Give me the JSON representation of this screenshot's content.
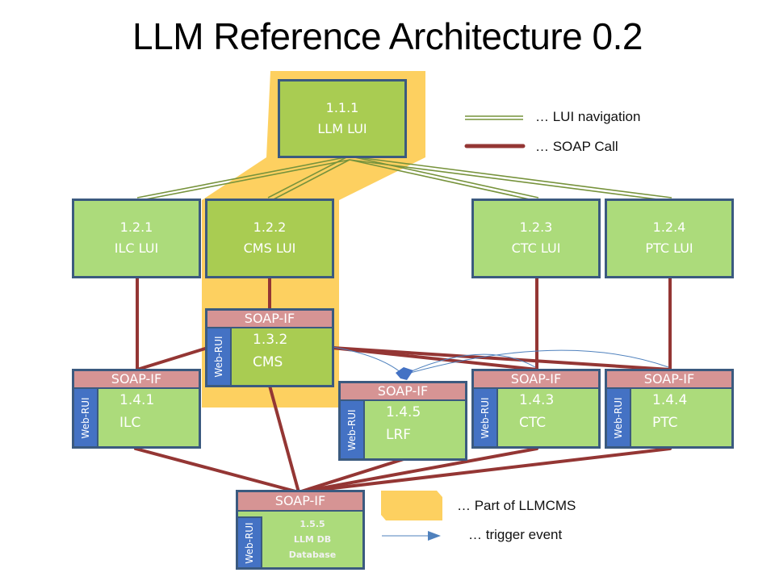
{
  "title": "LLM Reference Architecture 0.2",
  "colors": {
    "lui_fill": "#acdb7b",
    "lui_fill_cms": "#a9cc52",
    "border": "#3b5a7f",
    "soap_if": "#d69494",
    "web_rui": "#4472c4",
    "llmcms_highlight": "#fdd060",
    "soap_call": "#943634",
    "lui_navigation": "#77933c",
    "trigger_event": "#4f81bd"
  },
  "nodes": {
    "n111": {
      "id": "1.1.1",
      "name": "LLM LUI"
    },
    "n121": {
      "id": "1.2.1",
      "name": "ILC LUI"
    },
    "n122": {
      "id": "1.2.2",
      "name": "CMS LUI"
    },
    "n123": {
      "id": "1.2.3",
      "name": "CTC LUI"
    },
    "n124": {
      "id": "1.2.4",
      "name": "PTC LUI"
    },
    "n132": {
      "id": "1.3.2",
      "name": "CMS",
      "interface": "SOAP-IF",
      "rui": "Web-RUI"
    },
    "n141": {
      "id": "1.4.1",
      "name": "ILC",
      "interface": "SOAP-IF",
      "rui": "Web-RUI"
    },
    "n145": {
      "id": "1.4.5",
      "name": "LRF",
      "interface": "SOAP-IF",
      "rui": "Web-RUI"
    },
    "n143": {
      "id": "1.4.3",
      "name": "CTC",
      "interface": "SOAP-IF",
      "rui": "Web-RUI"
    },
    "n144": {
      "id": "1.4.4",
      "name": "PTC",
      "interface": "SOAP-IF",
      "rui": "Web-RUI"
    },
    "n155": {
      "id": "1.5.5",
      "name": "LLM DB",
      "subtitle": "Database",
      "interface": "SOAP-IF",
      "rui": "Web-RUI"
    }
  },
  "edges": {
    "lui_navigation": [
      [
        "1.1.1",
        "1.2.1"
      ],
      [
        "1.1.1",
        "1.2.2"
      ],
      [
        "1.1.1",
        "1.2.3"
      ],
      [
        "1.1.1",
        "1.2.4"
      ]
    ],
    "soap_call": [
      [
        "1.2.1",
        "1.4.1"
      ],
      [
        "1.2.2",
        "1.3.2"
      ],
      [
        "1.2.3",
        "1.4.3"
      ],
      [
        "1.2.4",
        "1.4.4"
      ],
      [
        "1.3.2",
        "1.4.1"
      ],
      [
        "1.3.2",
        "1.4.3"
      ],
      [
        "1.3.2",
        "1.4.4"
      ],
      [
        "1.3.2",
        "1.5.5"
      ],
      [
        "1.4.1",
        "1.5.5"
      ],
      [
        "1.4.5",
        "1.5.5"
      ],
      [
        "1.4.3",
        "1.5.5"
      ],
      [
        "1.4.4",
        "1.5.5"
      ]
    ],
    "trigger_event": [
      [
        "1.3.2",
        "1.4.5"
      ],
      [
        "1.4.3",
        "1.4.5"
      ],
      [
        "1.4.4",
        "1.4.5"
      ]
    ]
  },
  "legend": {
    "lui_navigation": "… LUI navigation",
    "soap_call": "… SOAP Call",
    "part_of_llmcms": "… Part of LLMCMS",
    "trigger_event": "… trigger event"
  }
}
